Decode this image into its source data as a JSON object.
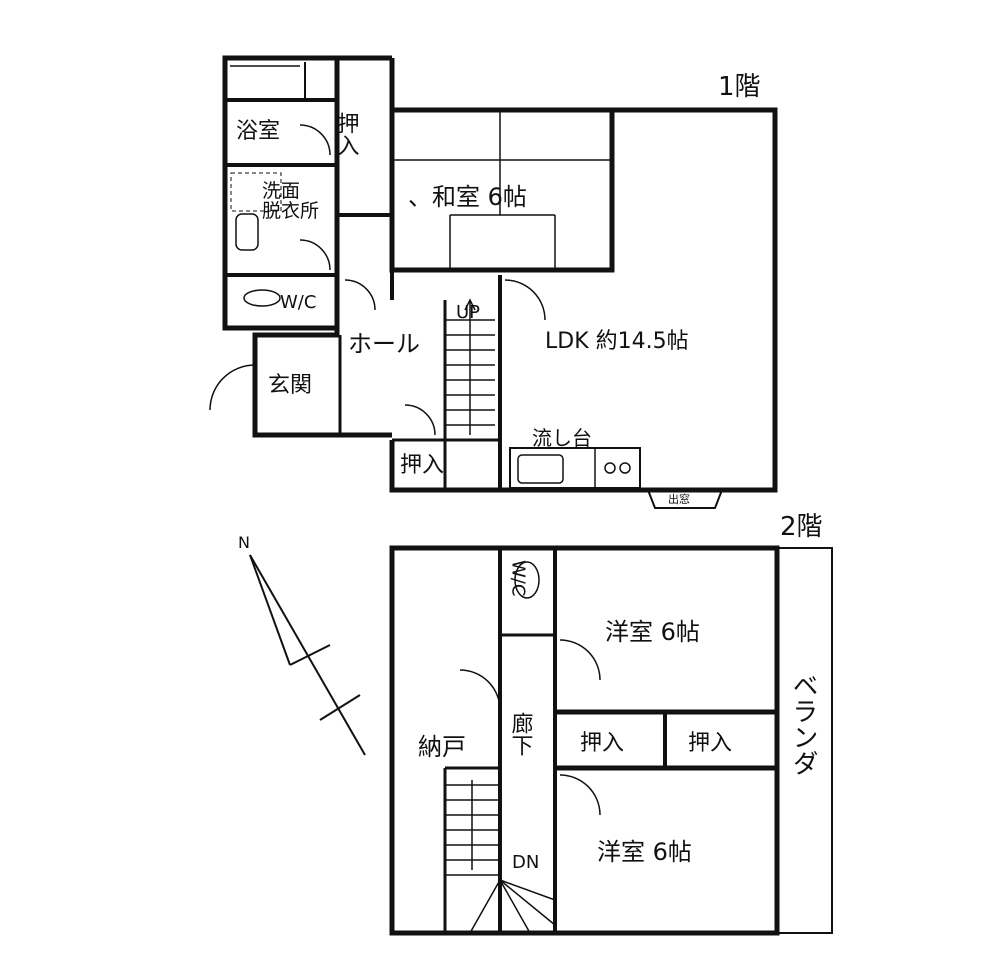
{
  "floor1": {
    "title": "1階",
    "rooms": {
      "bath": "浴室",
      "closet_upper": "押入",
      "washroom": "洗面\n脱衣所",
      "washitsu": "、和室 6帖",
      "wc": "W/C",
      "hall": "ホール",
      "up": "UP",
      "ldk": "LDK 約14.5帖",
      "genkan": "玄関",
      "closet_lower": "押入",
      "sink": "流し台",
      "bay": "出窓"
    }
  },
  "floor2": {
    "title": "2階",
    "rooms": {
      "wc": "W/C",
      "western1": "洋室 6帖",
      "nando": "納戸",
      "corridor": "廊下",
      "closet_a": "押入",
      "closet_b": "押入",
      "veranda": "ベランダ",
      "down": "DN",
      "western2": "洋室 6帖"
    }
  },
  "compass": {
    "label": "N"
  }
}
